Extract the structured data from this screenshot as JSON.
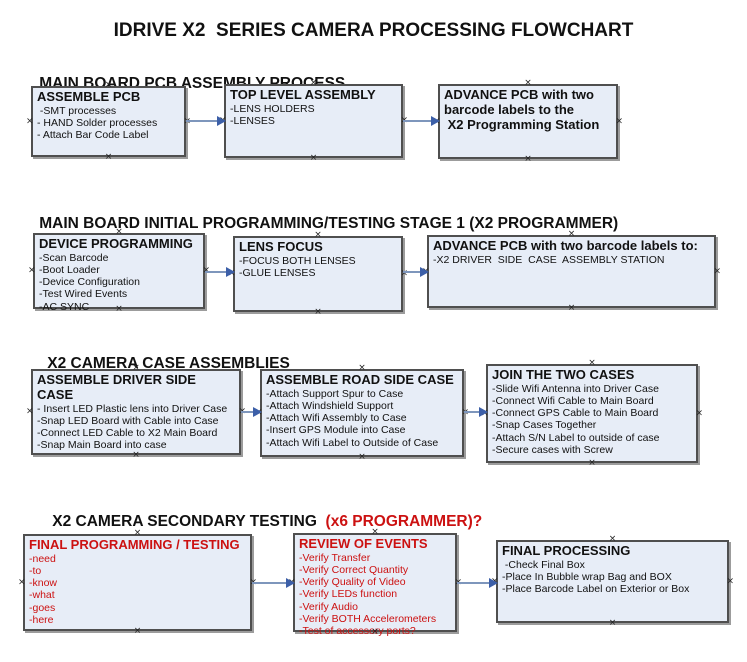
{
  "title": "IDRIVE X2  SERIES CAMERA PROCESSING FLOWCHART",
  "anchor_glyph": "×",
  "colors": {
    "box_fill": "#e7edf7",
    "box_border": "#4f4f4f",
    "red": "#cc1111",
    "connector_line": "#7e96bc",
    "arrow": "#3c5fa8"
  },
  "sections": [
    {
      "heading": "MAIN BOARD PCB ASSEMBLY PROCESS",
      "heading_red": "",
      "boxes": [
        {
          "title_lines": [
            "ASSEMBLE PCB"
          ],
          "items": [
            " -SMT processes",
            "- HAND Solder processes",
            "- Attach Bar Code Label"
          ]
        },
        {
          "title_lines": [
            "TOP LEVEL ASSEMBLY"
          ],
          "items": [
            "-LENS HOLDERS",
            "-LENSES"
          ]
        },
        {
          "title_lines": [
            "ADVANCE PCB with two",
            "barcode labels to the",
            " X2 Programming Station"
          ],
          "items": []
        }
      ]
    },
    {
      "heading": "MAIN BOARD INITIAL PROGRAMMING/TESTING STAGE 1 (X2 PROGRAMMER)",
      "heading_red": "",
      "boxes": [
        {
          "title_lines": [
            "DEVICE PROGRAMMING"
          ],
          "items": [
            "-Scan Barcode",
            "-Boot Loader",
            "-Device Configuration",
            "-Test Wired Events",
            "-AC SYNC"
          ]
        },
        {
          "title_lines": [
            "LENS FOCUS"
          ],
          "items": [
            "-FOCUS BOTH LENSES",
            "-GLUE LENSES"
          ]
        },
        {
          "title_lines": [
            "ADVANCE PCB with two barcode labels to:"
          ],
          "items": [
            "-X2 DRIVER  SIDE  CASE  ASSEMBLY STATION"
          ]
        }
      ]
    },
    {
      "heading": "X2 CAMERA CASE ASSEMBLIES",
      "heading_red": "",
      "boxes": [
        {
          "title_lines": [
            "ASSEMBLE DRIVER SIDE CASE"
          ],
          "items": [
            "- Insert LED Plastic lens into Driver Case",
            "-Snap LED Board with Cable into Case",
            "-Connect LED Cable to X2 Main Board",
            "-Snap Main Board into case"
          ]
        },
        {
          "title_lines": [
            "ASSEMBLE ROAD SIDE CASE"
          ],
          "items": [
            "-Attach Support Spur to Case",
            "-Attach Windshield Support",
            "-Attach Wifi Assembly to Case",
            "-Insert GPS Module into Case",
            "-Attach Wifi Label to Outside of Case"
          ]
        },
        {
          "title_lines": [
            "JOIN THE TWO CASES"
          ],
          "items": [
            "-Slide Wifi Antenna into Driver Case",
            "-Connect Wifi Cable to Main Board",
            "-Connect GPS Cable to Main Board",
            "-Snap Cases Together",
            "-Attach S/N Label to outside of case",
            "-Secure cases with Screw"
          ]
        }
      ]
    },
    {
      "heading": "X2 CAMERA SECONDARY TESTING  ",
      "heading_red": "(x6 PROGRAMMER)?",
      "boxes": [
        {
          "title_lines": [
            "FINAL PROGRAMMING / TESTING"
          ],
          "items": [
            "-need",
            "-to",
            "-know",
            "-what",
            "-goes",
            "-here"
          ]
        },
        {
          "title_lines": [
            "REVIEW OF EVENTS"
          ],
          "items": [
            "-Verify Transfer",
            "-Verify Correct Quantity",
            "-Verify Quality of Video",
            "-Verify LEDs function",
            "-Verify Audio",
            "-Verify BOTH Accelerometers",
            "-Test of accessory ports?"
          ]
        },
        {
          "title_lines": [
            "FINAL PROCESSING"
          ],
          "items": [
            " -Check Final Box",
            "-Place In Bubble wrap Bag and BOX",
            "-Place Barcode Label on Exterior or Box"
          ]
        }
      ]
    }
  ]
}
